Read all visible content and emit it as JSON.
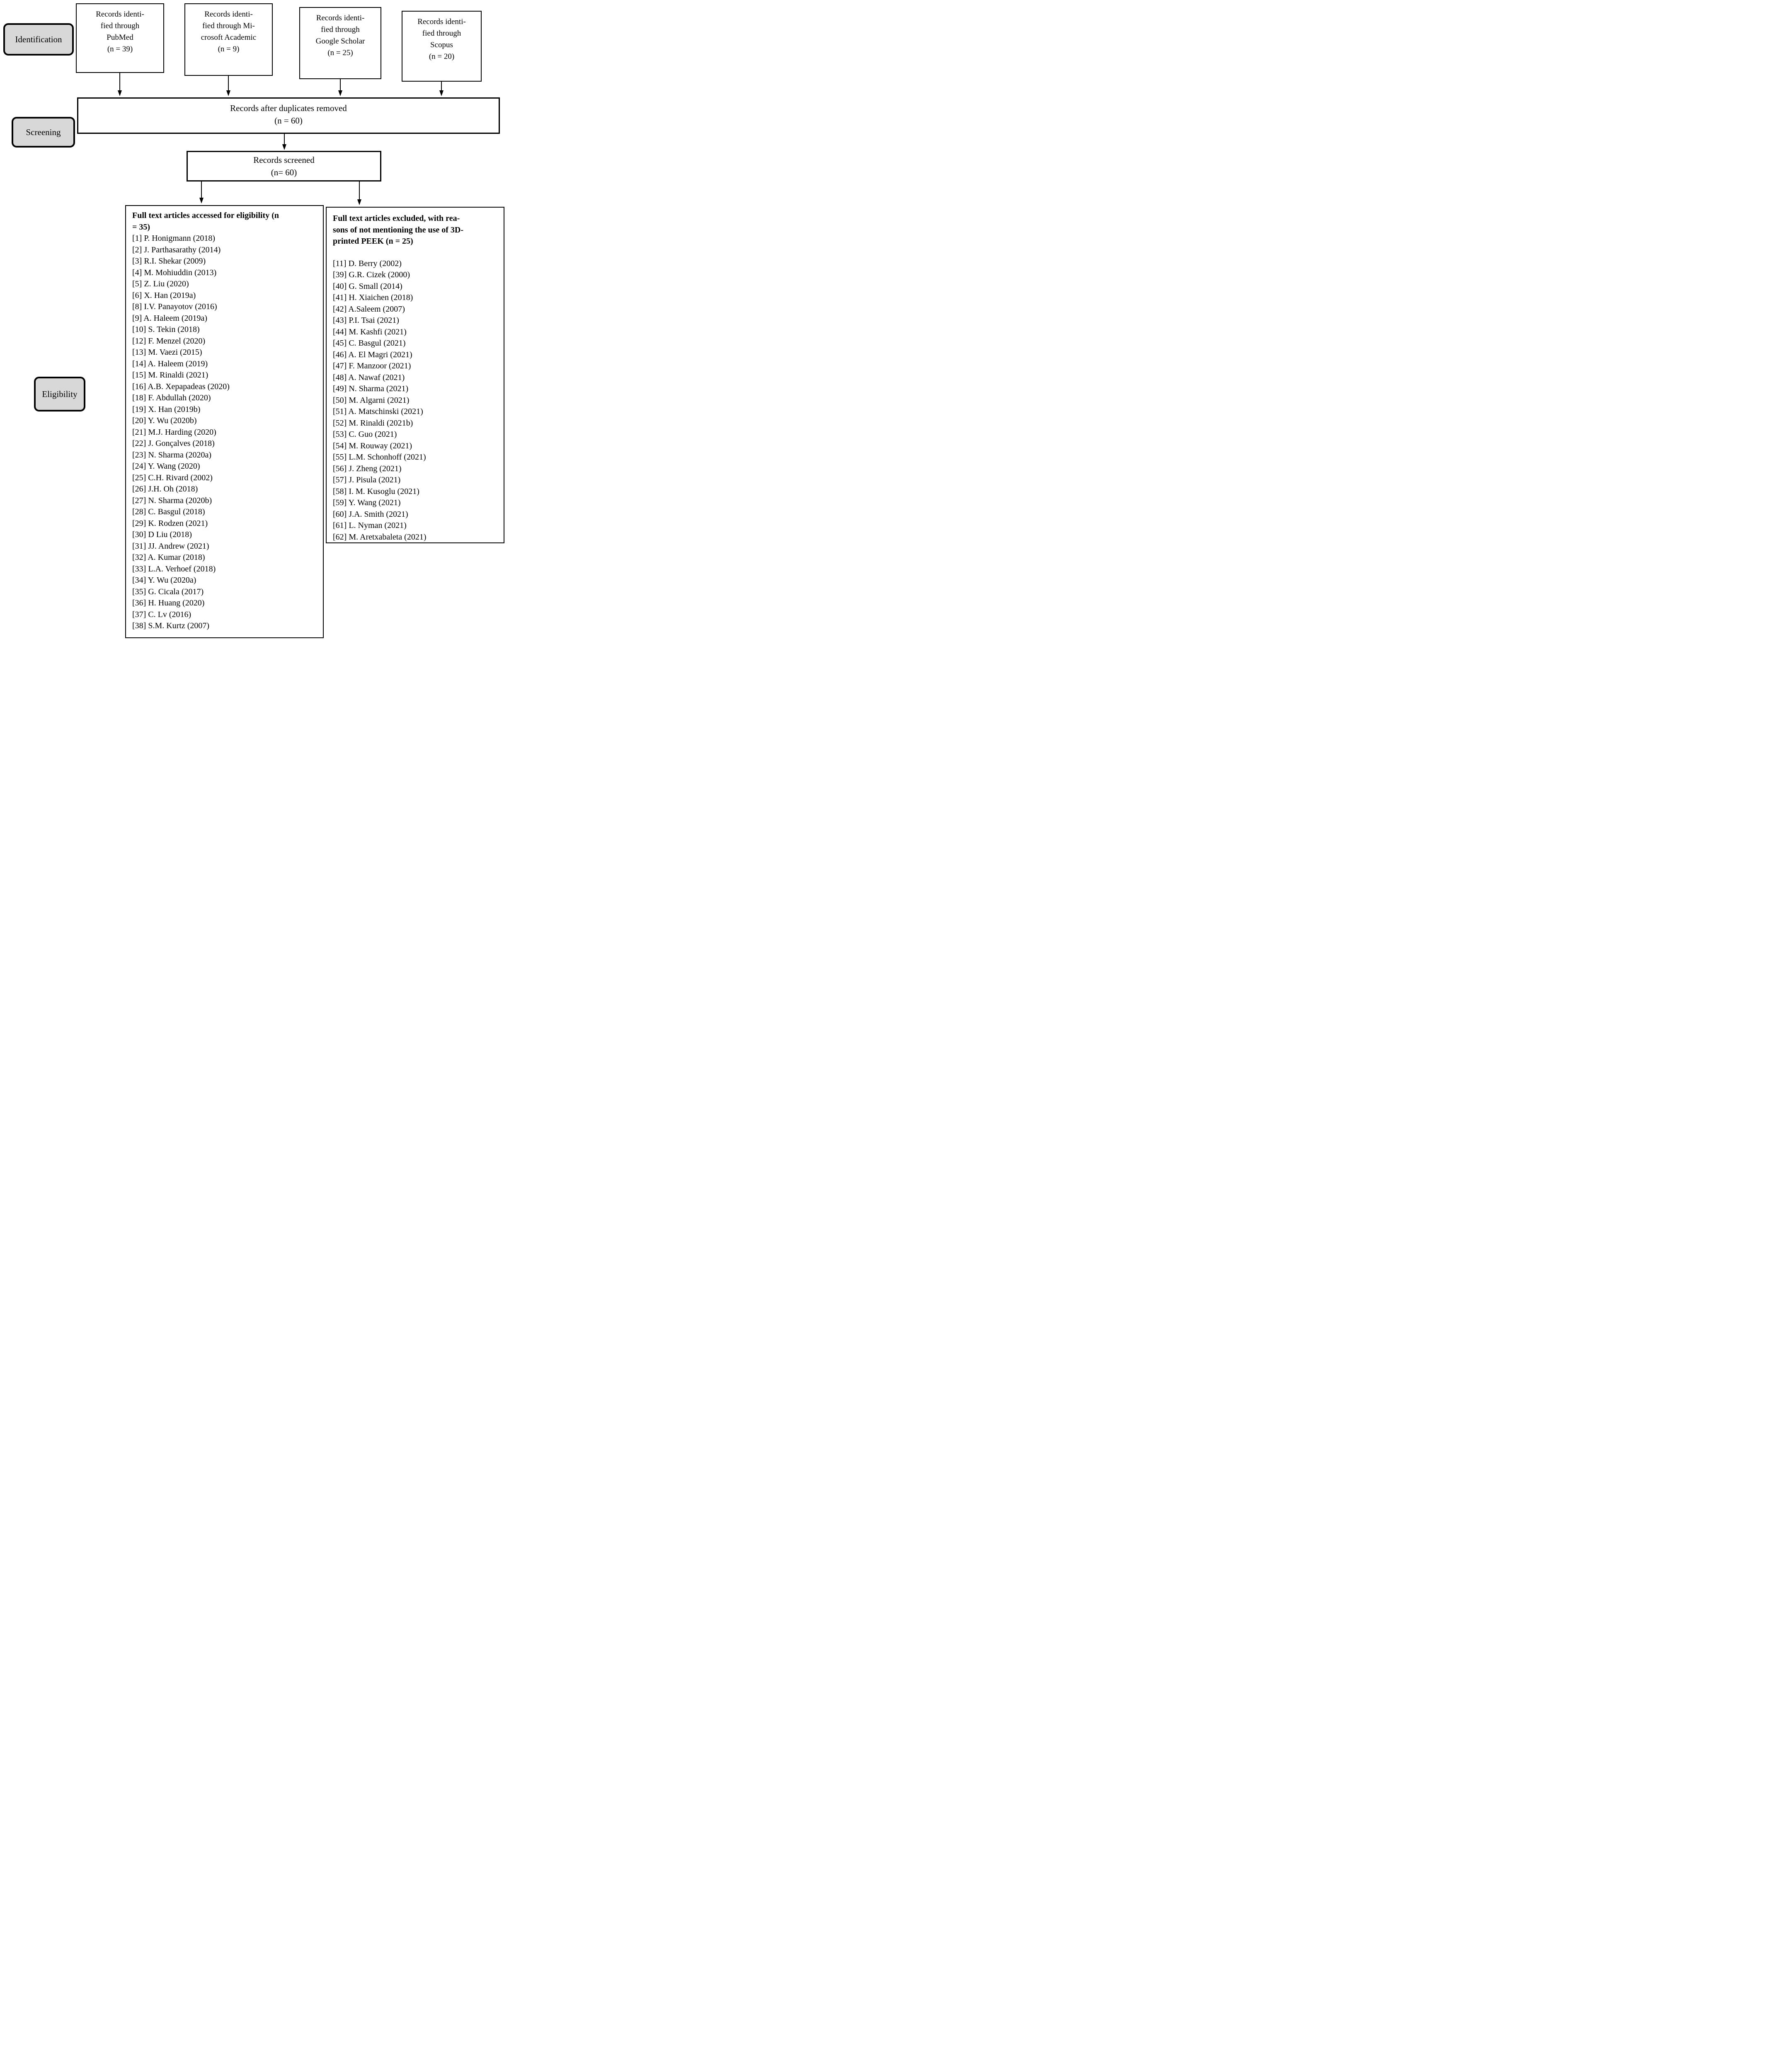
{
  "colors": {
    "stage_fill": "#d8d8d8",
    "line": "#000000"
  },
  "stage_labels": {
    "identification": "Identification",
    "screening": "Screening",
    "eligibility": "Eligibility"
  },
  "source_boxes": [
    {
      "name": "pubmed",
      "text": "Records identi-\nfied through\nPubMed\n(n = 39)"
    },
    {
      "name": "microsoft-academic",
      "text": "Records identi-\nfied through Mi-\ncrosoft Academic\n(n = 9)"
    },
    {
      "name": "google-scholar",
      "text": "Records identi-\nfied through\nGoogle Scholar\n(n = 25)"
    },
    {
      "name": "scopus",
      "text": "Records identi-\nfied through\nScopus\n(n = 20)"
    }
  ],
  "duplicates_box": {
    "text": "Records after duplicates removed\n(n = 60)"
  },
  "screened_box": {
    "text": "Records screened\n(n= 60)"
  },
  "eligible_box": {
    "title": "Full text articles accessed for eligibility (n\n= 35)",
    "entries": [
      "[1] P. Honigmann (2018)",
      "[2] J. Parthasarathy (2014)",
      "[3] R.I. Shekar (2009)",
      "[4] M. Mohiuddin (2013)",
      "[5] Z. Liu (2020)",
      "[6] X. Han (2019a)",
      "[8] I.V. Panayotov (2016)",
      "[9] A. Haleem (2019a)",
      "[10] S. Tekin (2018)",
      "[12] F. Menzel (2020)",
      "[13] M. Vaezi (2015)",
      "[14] A. Haleem (2019)",
      "[15] M. Rinaldi (2021)",
      "[16] A.B. Xepapadeas (2020)",
      "[18] F. Abdullah (2020)",
      "[19] X. Han (2019b)",
      "[20] Y. Wu (2020b)",
      "[21] M.J. Harding (2020)",
      "[22] J. Gonçalves (2018)",
      "[23] N. Sharma (2020a)",
      "[24] Y. Wang (2020)",
      "[25] C.H. Rivard (2002)",
      "[26] J.H. Oh (2018)",
      "[27] N. Sharma (2020b)",
      "[28] C. Basgul (2018)",
      "[29] K. Rodzen (2021)",
      "[30] D Liu (2018)",
      "[31] JJ. Andrew (2021)",
      "[32] A. Kumar (2018)",
      "[33] L.A. Verhoef (2018)",
      "[34] Y. Wu (2020a)",
      "[35] G. Cicala (2017)",
      "[36] H. Huang (2020)",
      "[37] C. Lv (2016)",
      "[38] S.M. Kurtz (2007)"
    ]
  },
  "excluded_box": {
    "title": "Full text articles excluded, with rea-\nsons of not mentioning the use of 3D-\nprinted PEEK (n = 25)",
    "entries": [
      "[11] D. Berry (2002)",
      "[39] G.R. Cizek (2000)",
      "[40] G. Small (2014)",
      "[41] H. Xiaichen (2018)",
      "[42] A.Saleem (2007)",
      "[43] P.I. Tsai (2021)",
      "[44] M. Kashfi (2021)",
      "[45] C. Basgul (2021)",
      "[46] A. El Magri (2021)",
      "[47] F. Manzoor (2021)",
      "[48] A. Nawaf (2021)",
      "[49] N. Sharma (2021)",
      "[50] M. Algarni (2021)",
      "[51] A. Matschinski (2021)",
      "[52] M. Rinaldi (2021b)",
      "[53] C. Guo (2021)",
      "[54] M. Rouway (2021)",
      "[55] L.M. Schonhoff (2021)",
      "[56] J. Zheng (2021)",
      "[57] J. Pisula (2021)",
      "[58] I. M. Kusoglu (2021)",
      "[59] Y. Wang (2021)",
      "[60] J.A. Smith (2021)",
      "[61] L. Nyman (2021)",
      "[62] M. Aretxabaleta (2021)"
    ]
  }
}
